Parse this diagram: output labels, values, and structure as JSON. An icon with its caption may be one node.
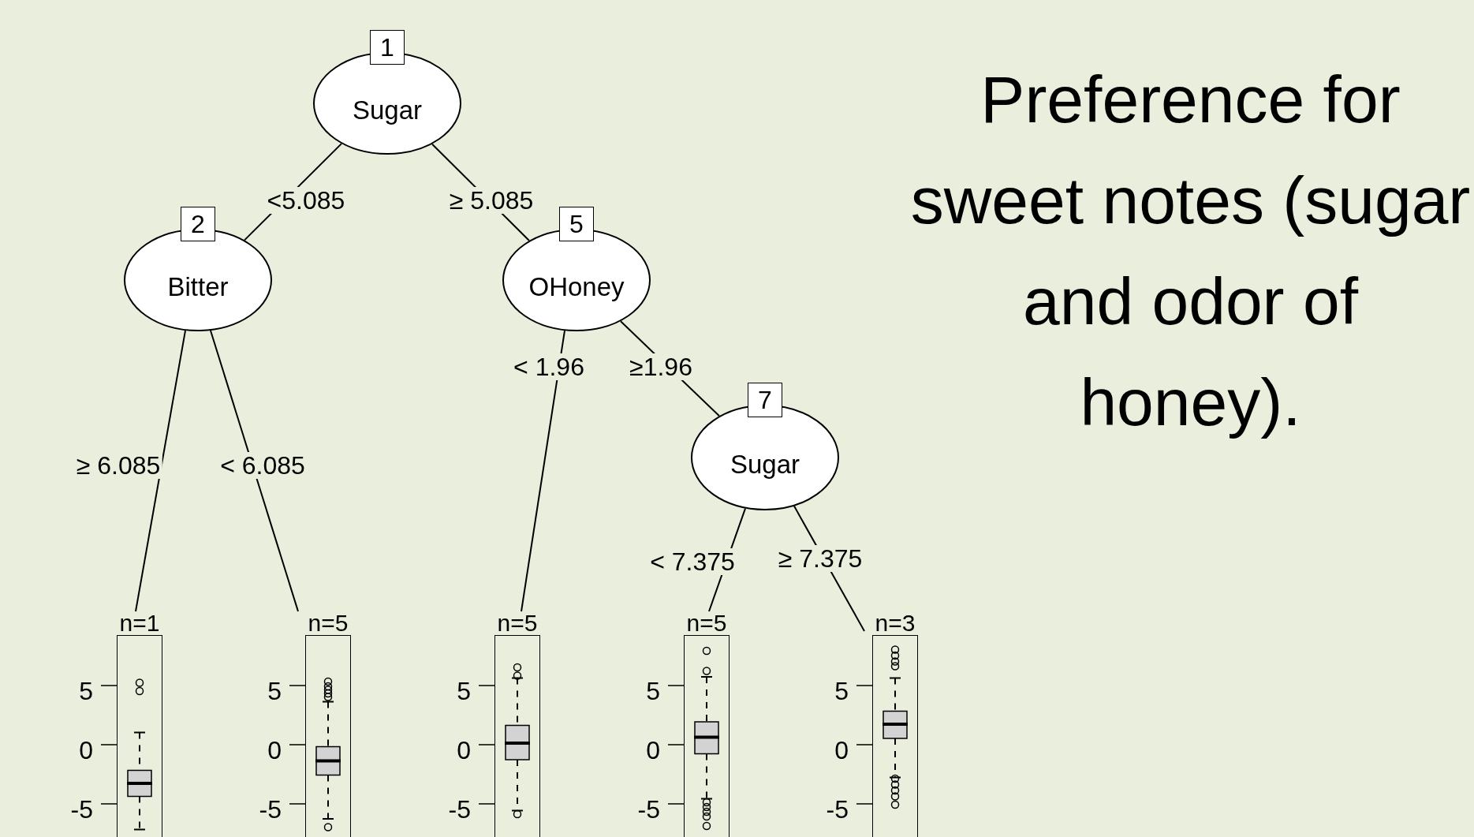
{
  "diagram": {
    "title": "Preference for sweet notes (sugar and odor of honey).",
    "nodes": [
      {
        "text": [
          "1",
          "Sugar"
        ]
      },
      {
        "text": [
          "2",
          "Bitter"
        ]
      },
      {
        "text": [
          "n=1"
        ]
      },
      {
        "text": [
          "n=5"
        ]
      },
      {
        "text": [
          "5",
          "OHoney"
        ]
      },
      {
        "text": [
          "n=5"
        ]
      },
      {
        "text": [
          "7",
          "Sugar"
        ]
      },
      {
        "text": [
          "n=5"
        ]
      },
      {
        "text": [
          "n=3"
        ]
      }
    ],
    "edges": [
      {
        "from": 0,
        "to": 1,
        "arrow": "none",
        "label": "<5.085"
      },
      {
        "from": 0,
        "to": 4,
        "arrow": "none",
        "label": "≥ 5.085"
      },
      {
        "from": 1,
        "to": 2,
        "arrow": "none",
        "label": "≥ 6.085"
      },
      {
        "from": 1,
        "to": 3,
        "arrow": "none",
        "label": "< 6.085"
      },
      {
        "from": 4,
        "to": 5,
        "arrow": "none",
        "label": "< 1.96"
      },
      {
        "from": 4,
        "to": 6,
        "arrow": "none",
        "label": "≥1.96"
      },
      {
        "from": 6,
        "to": 7,
        "arrow": "none",
        "label": "< 7.375"
      },
      {
        "from": 6,
        "to": 8,
        "arrow": "none",
        "label": "≥ 7.375"
      }
    ],
    "labels": [
      "5",
      "0",
      "-5",
      "5",
      "0",
      "-5",
      "5",
      "0",
      "-5",
      "5",
      "0",
      "-5",
      "5",
      "0",
      "-5"
    ]
  }
}
